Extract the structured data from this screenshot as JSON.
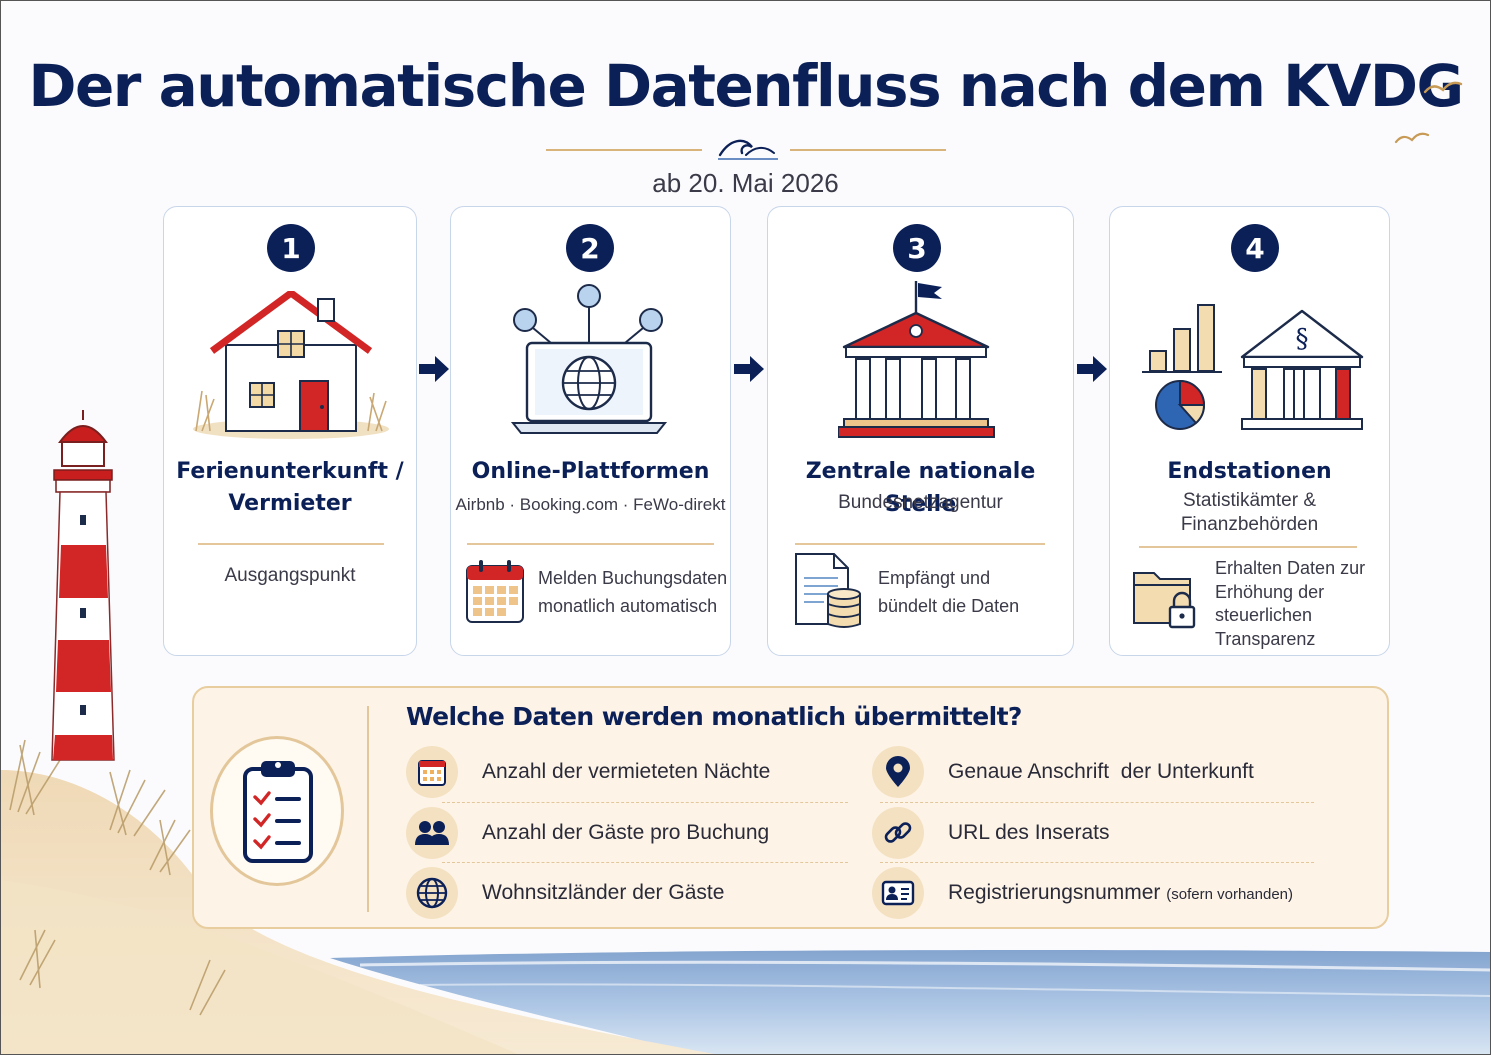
{
  "header": {
    "title": "Der automatische Datenfluss nach dem KVDG",
    "subtitle": "ab 20. Mai 2026"
  },
  "steps": [
    {
      "number": "1",
      "title_line1": "Ferienunterkunft /",
      "title_line2": "Vermieter",
      "note": "Ausgangspunkt"
    },
    {
      "number": "2",
      "title_line1": "Online-Plattformen",
      "subtitle": "Airbnb · Booking.com · FeWo-direkt",
      "note_line1": "Melden Buchungsdaten",
      "note_line2": "monatlich automatisch"
    },
    {
      "number": "3",
      "title_line1": "Zentrale nationale Stelle",
      "subtitle": "Bundesnetzagentur",
      "note_line1": "Empfängt und",
      "note_line2": "bündelt die Daten"
    },
    {
      "number": "4",
      "title_line1": "Endstationen",
      "subtitle_line1": "Statistikämter &",
      "subtitle_line2": "Finanzbehörden",
      "note_line1": "Erhalten Daten zur",
      "note_line2": "Erhöhung der",
      "note_line3": "steuerlichen",
      "note_line4": "Transparenz"
    }
  ],
  "data_panel": {
    "title": "Welche Daten werden monatlich übermittelt?",
    "items_left": [
      {
        "icon": "calendar-icon",
        "label": "Anzahl der vermieteten Nächte"
      },
      {
        "icon": "users-icon",
        "label": "Anzahl der Gäste pro Buchung"
      },
      {
        "icon": "globe-icon",
        "label": "Wohnsitzländer der Gäste"
      }
    ],
    "items_right": [
      {
        "icon": "location-pin-icon",
        "label": "Genaue Anschrift  der Unterkunft"
      },
      {
        "icon": "link-icon",
        "label": "URL des Inserats"
      },
      {
        "icon": "id-card-icon",
        "label": "Registrierungsnummer",
        "label_suffix": "(sofern vorhanden)"
      }
    ]
  },
  "colors": {
    "navy": "#0c2058",
    "red": "#d62828",
    "gold": "#d9b47a",
    "sand": "#f4e1c2",
    "sea": "#a9c3e0"
  }
}
